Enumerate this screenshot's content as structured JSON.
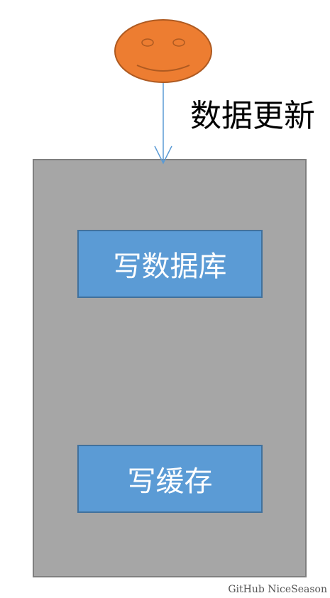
{
  "diagram": {
    "edge_label": "数据更新",
    "nodes": {
      "write_db": "写数据库",
      "write_cache": "写缓存"
    },
    "colors": {
      "face": "#ed7d31",
      "face_stroke": "#ae5a21",
      "container": "#a6a6a6",
      "container_stroke": "#7f7f7f",
      "node_fill": "#5b9bd5",
      "node_stroke": "#41719c",
      "arrow": "#5b9bd5"
    },
    "icons": {
      "actor": "smiley-face-icon"
    }
  },
  "watermark": "GitHub NiceSeason"
}
